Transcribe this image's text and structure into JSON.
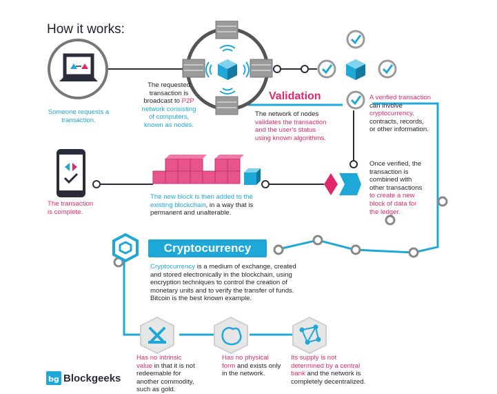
{
  "header": {
    "title": "How it works:"
  },
  "steps": {
    "request": {
      "caption": "Someone requests a transaction."
    },
    "broadcast": {
      "line1": "The requested",
      "line2": "transaction is",
      "line3_pre": "broadcast to ",
      "line3_hl": "P2P",
      "line4": "network consisting",
      "line5": "of computers,",
      "line6": "known as nodes."
    },
    "validation": {
      "label": "Validation",
      "line1": "The network of nodes",
      "line2": "validates the transaction",
      "line3": "and the user's status",
      "line4": "using known algorithms."
    },
    "verified": {
      "line1": "A verified transaction",
      "line2": "can involve",
      "line3": "cryptocurrency,",
      "line4": "contracts, records,",
      "line5": "or other information."
    },
    "combined": {
      "line1": "Once verified, the",
      "line2": "transaction is",
      "line3": "combined with",
      "line4": "other transactions",
      "line5": "to create a new",
      "line6": "block of data for",
      "line7": "the ledger."
    },
    "blockchain": {
      "line1": "The new block is then added to the",
      "line2_hl": "existing blockchain",
      "line2_rest": ", in a way that is",
      "line3": "permanent and unalterable."
    },
    "complete": {
      "line1": "The transaction",
      "line2": "is complete."
    }
  },
  "crypto": {
    "label": "Cryptocurrency",
    "desc_hl": "Cryptocurrency",
    "desc_1": " is a medium of exchange, created",
    "desc_2": "and stored electronically in the blockchain, using",
    "desc_3": "encryption techniques to control the creation of",
    "desc_4": "monetary units and to verify the transfer of funds.",
    "desc_5": "Bitcoin is the best known example."
  },
  "features": [
    {
      "icon": "no-intrinsic-value-icon",
      "l1": "Has no intrinsic",
      "l2_hl": "value",
      "l2_rest": " in that it is not",
      "l3": "redeemable for",
      "l4": "another commodity,",
      "l5": "such as gold."
    },
    {
      "icon": "no-physical-form-icon",
      "l1": "Has no physical",
      "l2_hl": "form",
      "l2_rest": " and exists only",
      "l3": "in the network."
    },
    {
      "icon": "decentralized-network-icon",
      "l1": "Its supply is not",
      "l2": "determined by a central",
      "l3_hl": "bank",
      "l3_rest": " and the network is",
      "l4": "completely decentralized."
    }
  ],
  "brand": {
    "name": "Blockgeeks"
  },
  "colors": {
    "pink": "#e0286a",
    "blue": "#1ea8d8",
    "dark": "#2b2b3a",
    "grey": "#777777"
  }
}
